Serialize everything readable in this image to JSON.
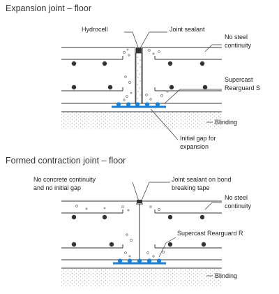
{
  "figure": {
    "accent_color": "#1a7fd6",
    "ink_color": "#333333",
    "panel_top": {
      "title": "Expansion joint – floor",
      "labels": {
        "hydrocell": "Hydrocell",
        "joint_sealant": "Joint sealant",
        "no_steel_1": "No steel",
        "no_steel_2": "continuity",
        "supercast_1": "Supercast",
        "supercast_2": "Rearguard S",
        "blinding": "Blinding",
        "gap_1": "Initial gap for",
        "gap_2": "expansion"
      }
    },
    "panel_bottom": {
      "title": "Formed contraction joint – floor",
      "labels": {
        "no_concrete_1": "No concrete continuity",
        "no_concrete_2": "and no initial gap",
        "sealant_1": "Joint sealant on bond",
        "sealant_2": "breaking tape",
        "no_steel_1": "No steel",
        "no_steel_2": "continuity",
        "supercast": "Supercast Rearguard R",
        "blinding": "Blinding"
      }
    }
  }
}
